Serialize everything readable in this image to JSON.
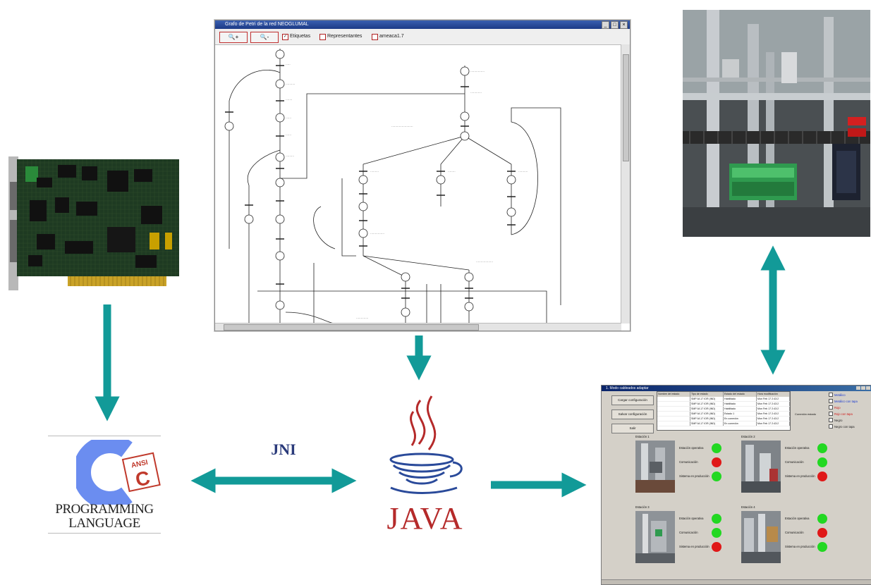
{
  "jni_label": "JNI",
  "c_logo": {
    "badge_top": "ANSI",
    "badge_letter": "C",
    "line1": "PROGRAMMING",
    "line2": "LANGUAGE"
  },
  "java_logo": {
    "wordmark": "JAVA"
  },
  "petri_window": {
    "title": "Grafo de Petri de la red NEOGLUMAL",
    "toolbar": {
      "zoom_in": "🔍+",
      "zoom_out": "🔍-",
      "checkboxes": [
        {
          "label": "Etiquetas",
          "checked": true
        },
        {
          "label": "Representantes",
          "checked": false
        },
        {
          "label": "ameaca1.7",
          "checked": false
        }
      ]
    }
  },
  "supervisor_window": {
    "title": "1. Modo cableados adaptar",
    "buttons": [
      "Cargar configuración",
      "Salvar configuración",
      "Salir"
    ],
    "table": {
      "columns": [
        "Nombre del estado",
        "Tipo de estado",
        "Estado del estado",
        "Hora modificación"
      ],
      "rows": [
        [
          "",
          "SMP-M-17 IOR (IND)",
          "Habilitado",
          "Mon Feb 17 2:43:2"
        ],
        [
          "",
          "SMP-M-17 IOR (IND)",
          "Habilitado",
          "Mon Feb 17 2:43:2"
        ],
        [
          "",
          "SMP-M-17 IOR (IND)",
          "Habilitado",
          "Mon Feb 17 2:43:2"
        ],
        [
          "",
          "SMP-M-17 IOR (IND)",
          "Estado 1",
          "Mon Feb 17 2:43:2"
        ],
        [
          "",
          "SMP-M-17 IOR (IND)",
          "En conexión",
          "Mon Feb 17 2:43:2"
        ],
        [
          "",
          "SMP-M-17 IOR (IND)",
          "En conexión",
          "Mon Feb 17 2:43:2"
        ]
      ]
    },
    "status_label": "Conexión estado",
    "legend": [
      {
        "label": "Metálico",
        "color": "#1a3ad0"
      },
      {
        "label": "Metálico con tapa",
        "color": "#1a3ad0"
      },
      {
        "label": "Rojo",
        "color": "#d01a1a"
      },
      {
        "label": "Rojo con tapa",
        "color": "#d01a1a"
      },
      {
        "label": "Negro",
        "color": "#222222"
      },
      {
        "label": "Negro con tapa",
        "color": "#222222"
      }
    ],
    "stations": [
      {
        "title": "Estación 1",
        "labels": [
          "Estación operativa",
          "Comunicación",
          "Sistema en producción"
        ],
        "leds": [
          "green",
          "red",
          "green"
        ]
      },
      {
        "title": "Estación 2",
        "labels": [
          "Estación operativa",
          "Comunicación",
          "Sistema en producción"
        ],
        "leds": [
          "green",
          "green",
          "red"
        ]
      },
      {
        "title": "Estación 3",
        "labels": [
          "Estación operativa",
          "Comunicación",
          "Sistema en producción"
        ],
        "leds": [
          "green",
          "green",
          "red"
        ]
      },
      {
        "title": "Estación 4",
        "labels": [
          "Estación operativa",
          "Comunicación",
          "Sistema en producción"
        ],
        "leds": [
          "green",
          "red",
          "green"
        ]
      }
    ]
  },
  "colors": {
    "arrow": "#129a98",
    "led_green": "#22d822",
    "led_red": "#e01818",
    "java_red": "#b52a2a",
    "c_blue": "#6b8df0"
  },
  "nodes": [
    {
      "id": "pci-card",
      "kind": "photo"
    },
    {
      "id": "c-language",
      "kind": "logo"
    },
    {
      "id": "petri-net-editor",
      "kind": "screenshot"
    },
    {
      "id": "java",
      "kind": "logo"
    },
    {
      "id": "supervisor-gui",
      "kind": "screenshot"
    },
    {
      "id": "manufacturing-cell",
      "kind": "photo"
    }
  ],
  "edges": [
    {
      "from": "pci-card",
      "to": "c-language",
      "direction": "forward"
    },
    {
      "from": "petri-net-editor",
      "to": "java",
      "direction": "forward"
    },
    {
      "from": "c-language",
      "to": "java",
      "direction": "both",
      "label": "JNI"
    },
    {
      "from": "java",
      "to": "supervisor-gui",
      "direction": "forward"
    },
    {
      "from": "supervisor-gui",
      "to": "manufacturing-cell",
      "direction": "both"
    }
  ]
}
